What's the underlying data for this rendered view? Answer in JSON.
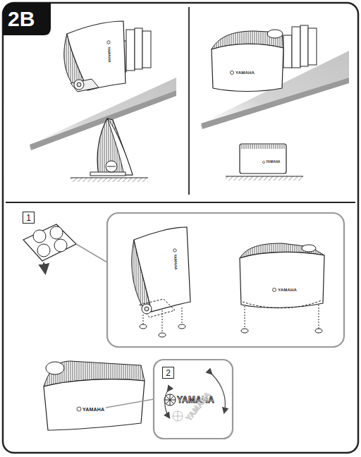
{
  "diagram": {
    "title": "2B",
    "nodes": [
      {
        "text": [
          "1"
        ]
      },
      {
        "text": [
          "2"
        ]
      }
    ],
    "labels": [
      "YAMAHA",
      "YAMAHA",
      "YAMAHA",
      "YAMAHA",
      "YAMAHA",
      "YAMAHA",
      "YAMAHA",
      "YAMAHA"
    ]
  }
}
